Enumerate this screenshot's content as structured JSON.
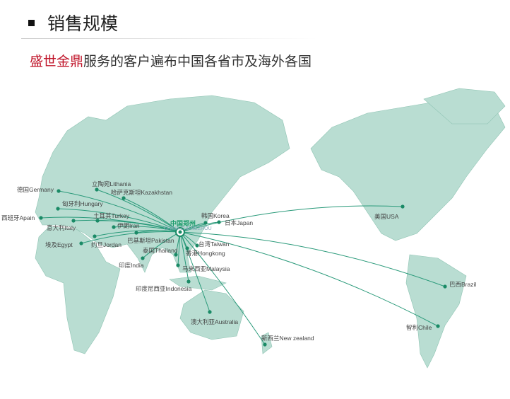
{
  "header": {
    "title": "销售规模"
  },
  "subtitle": {
    "brand": "盛世金鼎",
    "text": "服务的客户遍布中国各省市及海外各国"
  },
  "map": {
    "hub": {
      "label": "中国郑州",
      "sub": "CHINA ZHENGZHOU"
    },
    "colors": {
      "land": "#b9ddd2",
      "line": "#2a9a7a",
      "dot": "#1a8a66"
    },
    "destinations": [
      {
        "label": "德国Germany"
      },
      {
        "label": "立陶宛Lithania"
      },
      {
        "label": "哈萨克斯坦Kazakhstan"
      },
      {
        "label": "匈牙利Hungary"
      },
      {
        "label": "西班牙Apain"
      },
      {
        "label": "土耳其Turkey"
      },
      {
        "label": "意大利Italy"
      },
      {
        "label": "伊朗Iran"
      },
      {
        "label": "巴基斯坦Pakistan"
      },
      {
        "label": "埃及Egypt"
      },
      {
        "label": "约旦Jordan"
      },
      {
        "label": "泰国Thailand"
      },
      {
        "label": "印度India"
      },
      {
        "label": "香港Hongkong"
      },
      {
        "label": "台湾Taiwan"
      },
      {
        "label": "马来西亚Malaysia"
      },
      {
        "label": "韩国Korea"
      },
      {
        "label": "日本Japan"
      },
      {
        "label": "印度尼西亚Indonesia"
      },
      {
        "label": "澳大利亚Australia"
      },
      {
        "label": "新西兰New zealand"
      },
      {
        "label": "美国USA"
      },
      {
        "label": "巴西Brazil"
      },
      {
        "label": "智利Chile"
      }
    ]
  }
}
